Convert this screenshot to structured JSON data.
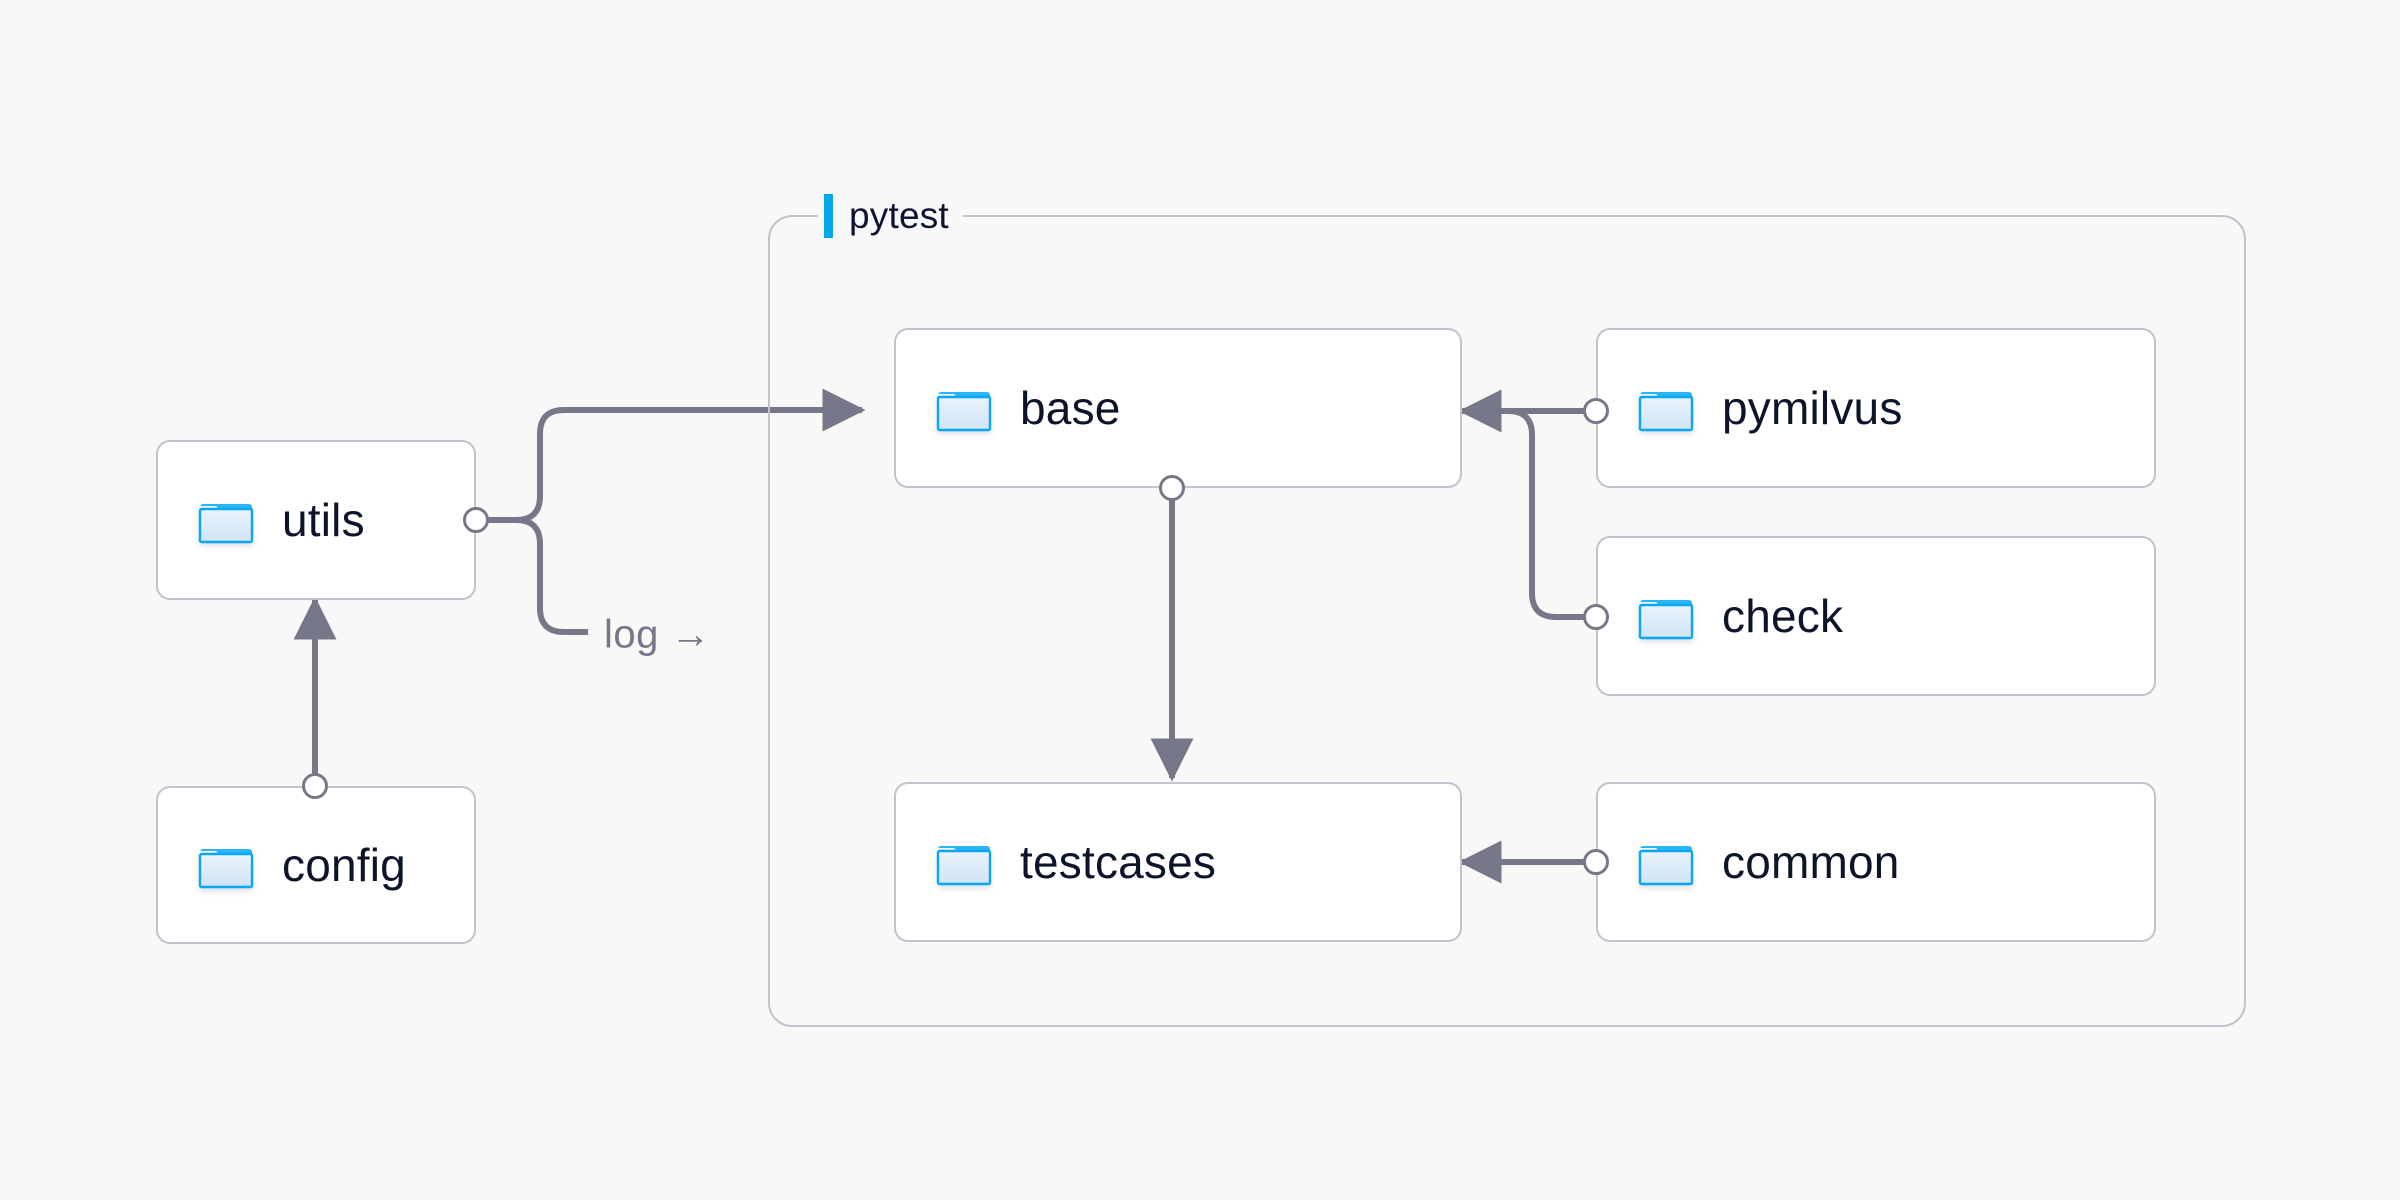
{
  "diagram": {
    "background_color": "#f8f8f9",
    "node_border_color": "#c3c2cd",
    "node_fill_color": "#ffffff",
    "edge_color": "#77778a",
    "accent_color": "#05a7eb",
    "label_color": "#0b1429",
    "folder_icon_name": "folder-icon"
  },
  "group": {
    "title": "pytest",
    "accent_color": "#05a7eb"
  },
  "nodes": [
    {
      "id": "utils",
      "label": "utils",
      "icon": "folder-icon"
    },
    {
      "id": "config",
      "label": "config",
      "icon": "folder-icon"
    },
    {
      "id": "base",
      "label": "base",
      "icon": "folder-icon"
    },
    {
      "id": "testcases",
      "label": "testcases",
      "icon": "folder-icon"
    },
    {
      "id": "pymilvus",
      "label": "pymilvus",
      "icon": "folder-icon"
    },
    {
      "id": "check",
      "label": "check",
      "icon": "folder-icon"
    },
    {
      "id": "common",
      "label": "common",
      "icon": "folder-icon"
    }
  ],
  "edges": [
    {
      "id": "utils-base",
      "from": "utils",
      "to": "base",
      "label": ""
    },
    {
      "id": "utils-log",
      "from": "utils",
      "to": "pytest",
      "label": "log →"
    },
    {
      "id": "config-utils",
      "from": "config",
      "to": "utils",
      "label": ""
    },
    {
      "id": "base-testcases",
      "from": "base",
      "to": "testcases",
      "label": ""
    },
    {
      "id": "pymilvus-base",
      "from": "pymilvus",
      "to": "base",
      "label": ""
    },
    {
      "id": "check-base",
      "from": "check",
      "to": "base",
      "label": ""
    },
    {
      "id": "common-testcases",
      "from": "common",
      "to": "testcases",
      "label": ""
    }
  ],
  "edge_labels": {
    "log": "log →"
  }
}
